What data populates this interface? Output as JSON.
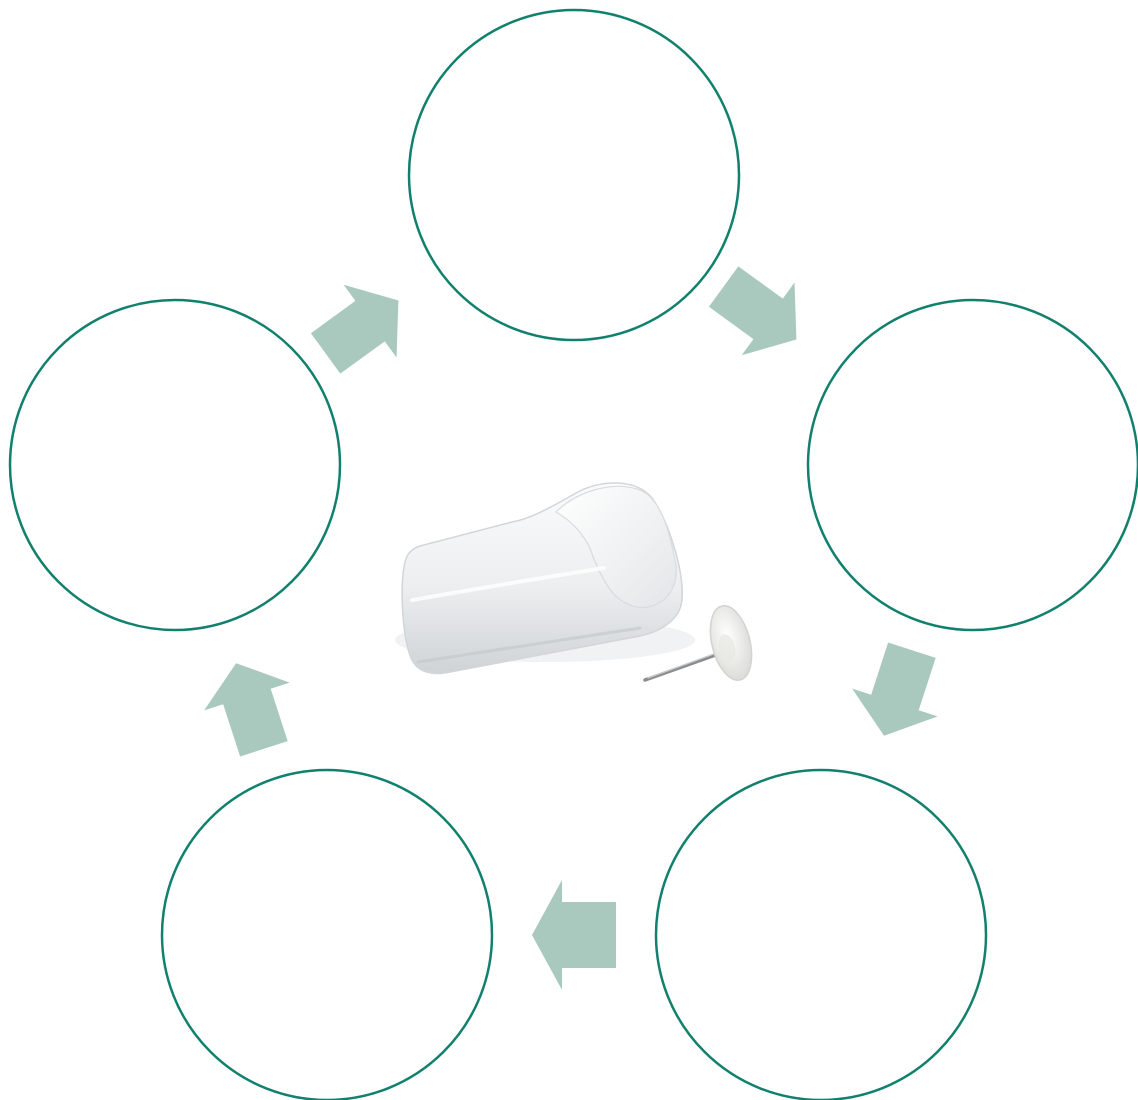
{
  "diagram": {
    "type": "cycle",
    "colors": {
      "circle_stroke": "#11806d",
      "arrow_fill": "#a9c9be",
      "tag_body": "#eef0f1",
      "tag_shadow": "#c9ced1",
      "pin_head": "#f2f2f0",
      "pin_needle": "#8a8c8e"
    },
    "nodes": [
      {
        "id": "top",
        "label": ""
      },
      {
        "id": "right",
        "label": ""
      },
      {
        "id": "bottom-right",
        "label": ""
      },
      {
        "id": "bottom-left",
        "label": ""
      },
      {
        "id": "left",
        "label": ""
      }
    ],
    "arrows": [
      {
        "from": "top",
        "to": "right"
      },
      {
        "from": "right",
        "to": "bottom-right"
      },
      {
        "from": "bottom-right",
        "to": "bottom-left"
      },
      {
        "from": "bottom-left",
        "to": "left"
      },
      {
        "from": "left",
        "to": "top"
      }
    ],
    "center_image": "security-tag-with-pin"
  }
}
